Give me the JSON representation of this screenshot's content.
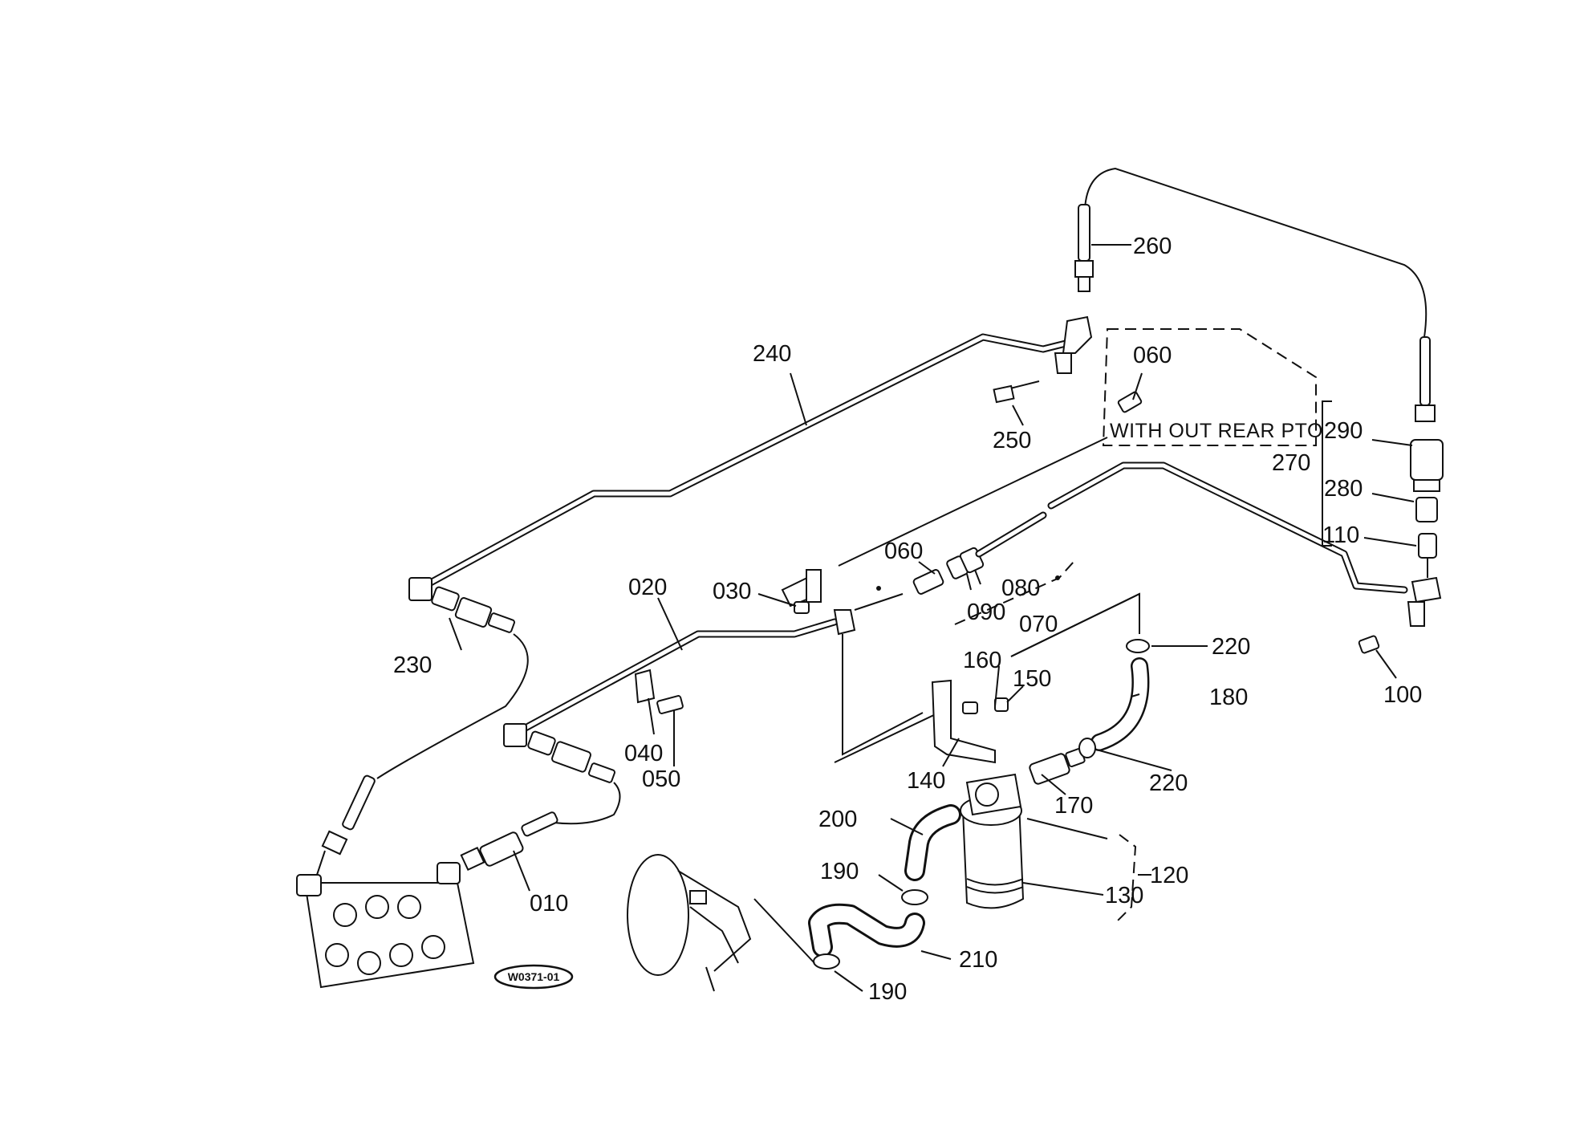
{
  "diagram": {
    "note": "WITH OUT REAR PTO",
    "drawing_code": "W0371-01",
    "callouts": {
      "c010": "010",
      "c020": "020",
      "c030": "030",
      "c040": "040",
      "c050": "050",
      "c060a": "060",
      "c060b": "060",
      "c070": "070",
      "c080": "080",
      "c090": "090",
      "c100": "100",
      "c110": "110",
      "c120": "120",
      "c130": "130",
      "c140": "140",
      "c150": "150",
      "c160": "160",
      "c170": "170",
      "c180": "180",
      "c190a": "190",
      "c190b": "190",
      "c200": "200",
      "c210": "210",
      "c220a": "220",
      "c220b": "220",
      "c230": "230",
      "c240": "240",
      "c250": "250",
      "c260": "260",
      "c270": "270",
      "c280": "280",
      "c290": "290"
    }
  }
}
